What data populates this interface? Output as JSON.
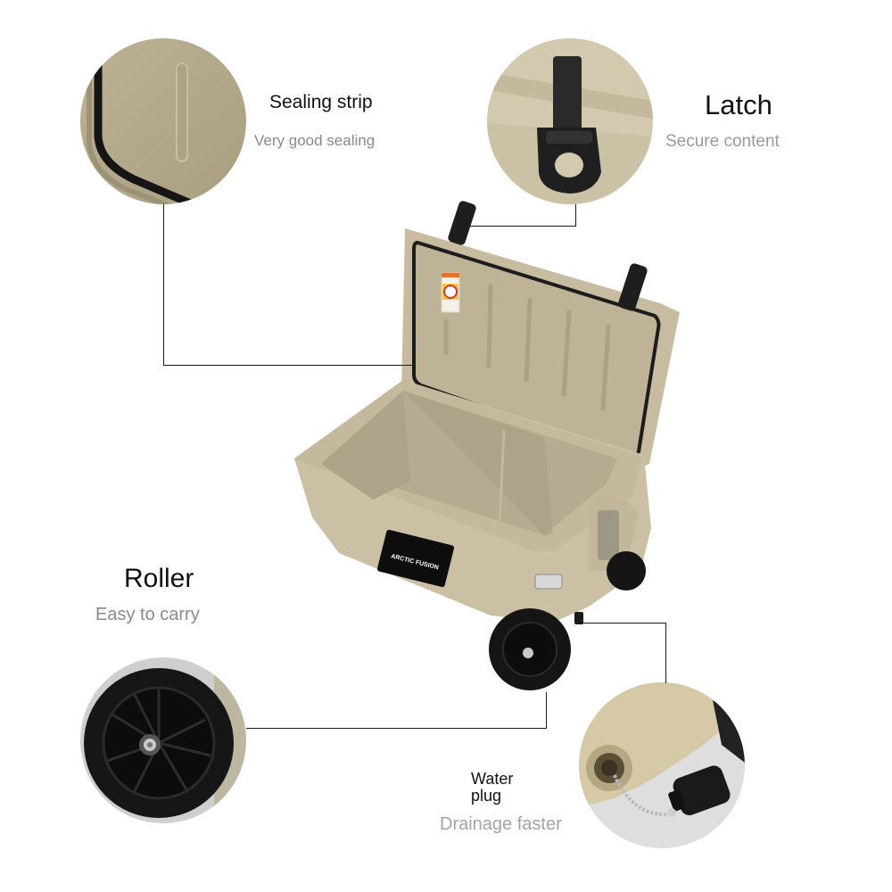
{
  "features": {
    "sealing": {
      "title": "Sealing strip",
      "subtitle": "Very good sealing"
    },
    "latch": {
      "title": "Latch",
      "subtitle": "Secure content"
    },
    "roller": {
      "title": "Roller",
      "subtitle": "Easy to carry"
    },
    "water_plug": {
      "title_line1": "Water",
      "title_line2": "plug",
      "subtitle": "Drainage faster"
    }
  },
  "product": {
    "badge_text": "ARCTIC FUSION",
    "body_color": "#c9bea1",
    "inner_color": "#b8ad92",
    "seal_color": "#1c1c1c",
    "hardware_color": "#1e1e1e"
  },
  "connector_color": "#1a1a1a"
}
